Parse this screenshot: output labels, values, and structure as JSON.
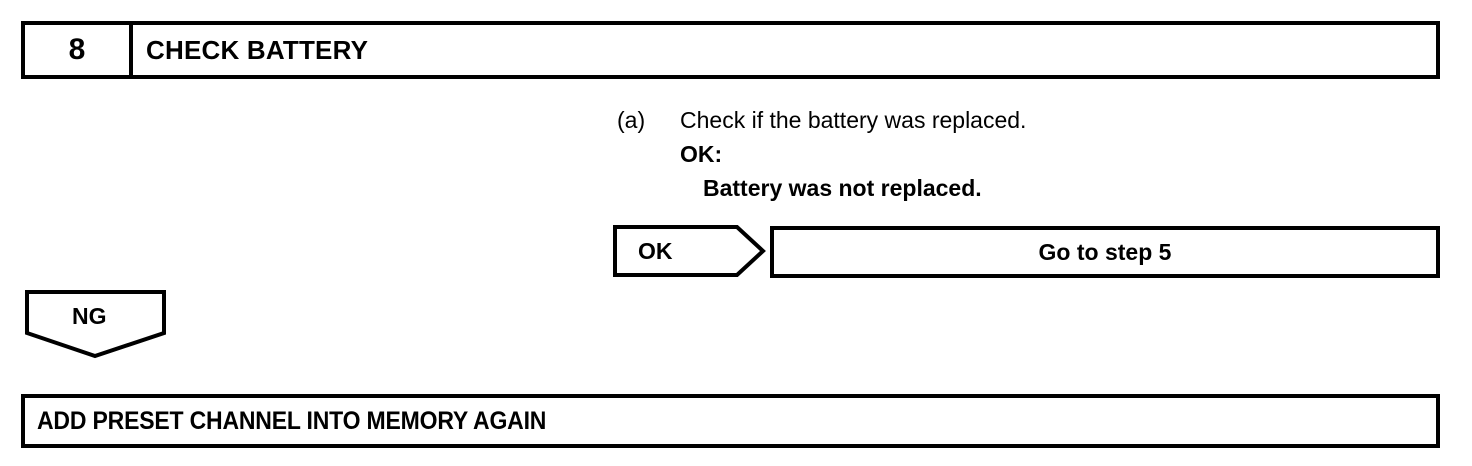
{
  "step_header": {
    "number": "8",
    "title": "CHECK BATTERY"
  },
  "procedure": {
    "marker": "(a)",
    "instruction": "Check if the battery was replaced.",
    "criteria_label": "OK:",
    "criteria_value": "Battery was not replaced."
  },
  "branches": [
    {
      "judgement": "OK",
      "result": "Go to step 5"
    },
    {
      "judgement": "NG",
      "result": "ADD PRESET CHANNEL INTO MEMORY AGAIN"
    }
  ],
  "ok_branch": {
    "judgement": "OK",
    "result": "Go to step 5"
  },
  "ng_branch": {
    "judgement": "NG",
    "result": "ADD PRESET CHANNEL INTO MEMORY AGAIN"
  },
  "colors": {
    "ink": "#000000",
    "paper": "#ffffff"
  }
}
